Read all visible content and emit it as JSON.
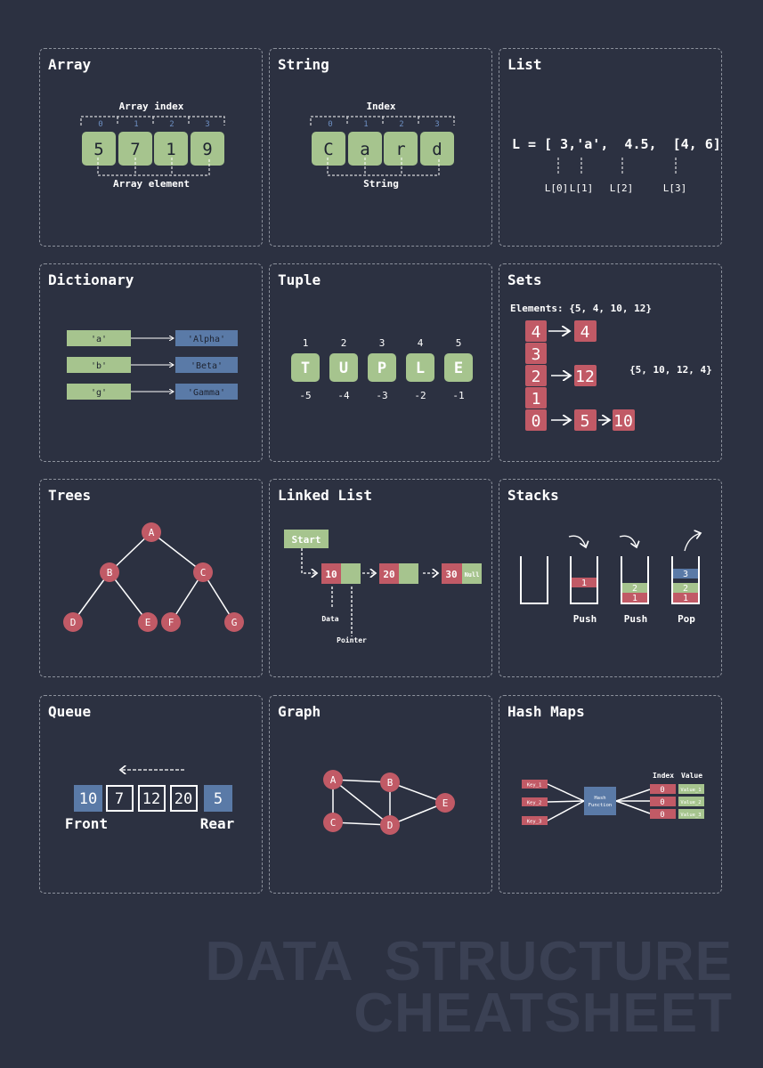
{
  "colors": {
    "background": "#2c3141",
    "green": "#a6c48e",
    "red": "#c15a66",
    "blue": "#5a7aa7",
    "text": "#ffffff"
  },
  "array": {
    "title": "Array",
    "index_label": "Array index",
    "indices": [
      "0",
      "1",
      "2",
      "3"
    ],
    "elements": [
      "5",
      "7",
      "1",
      "9"
    ],
    "element_label": "Array element"
  },
  "string": {
    "title": "String",
    "index_label": "Index",
    "indices": [
      "0",
      "1",
      "2",
      "3"
    ],
    "chars": [
      "C",
      "a",
      "r",
      "d"
    ],
    "string_label": "String"
  },
  "list": {
    "title": "List",
    "expression": "L = [ 3,'a',  4.5,  [4, 6] ]",
    "labels": [
      "L[0]",
      "L[1]",
      "L[2]",
      "L[3]"
    ]
  },
  "dictionary": {
    "title": "Dictionary",
    "pairs": [
      {
        "key": "'a'",
        "value": "'Alpha'"
      },
      {
        "key": "'b'",
        "value": "'Beta'"
      },
      {
        "key": "'g'",
        "value": "'Gamma'"
      }
    ]
  },
  "tuple": {
    "title": "Tuple",
    "positive_indices": [
      "1",
      "2",
      "3",
      "4",
      "5"
    ],
    "items": [
      "T",
      "U",
      "P",
      "L",
      "E"
    ],
    "negative_indices": [
      "-5",
      "-4",
      "-3",
      "-2",
      "-1"
    ]
  },
  "sets": {
    "title": "Sets",
    "elements_label": "Elements: {5, 4, 10, 12}",
    "buckets": [
      "4",
      "3",
      "2",
      "1",
      "0"
    ],
    "chain_4": [
      "4"
    ],
    "chain_2": [
      "12"
    ],
    "chain_0": [
      "5",
      "10"
    ],
    "result": "{5, 10, 12, 4}"
  },
  "trees": {
    "title": "Trees",
    "nodes": [
      "A",
      "B",
      "C",
      "D",
      "E",
      "F",
      "G"
    ]
  },
  "linked_list": {
    "title": "Linked List",
    "start": "Start",
    "nodes": [
      "10",
      "20",
      "30"
    ],
    "null_label": "Null",
    "data_label": "Data",
    "pointer_label": "Pointer"
  },
  "stacks": {
    "title": "Stacks",
    "operations": [
      "Push",
      "Push",
      "Pop"
    ],
    "values": [
      "1",
      "2",
      "3"
    ]
  },
  "queue": {
    "title": "Queue",
    "items": [
      "10",
      "7",
      "12",
      "20",
      "5"
    ],
    "front_label": "Front",
    "rear_label": "Rear"
  },
  "graph": {
    "title": "Graph",
    "nodes": [
      "A",
      "B",
      "C",
      "D",
      "E"
    ]
  },
  "hash_maps": {
    "title": "Hash Maps",
    "keys": [
      "Key_1",
      "Key_2",
      "Key_3"
    ],
    "hash_function": [
      "Hash",
      "Function"
    ],
    "index_header": "Index",
    "value_header": "Value",
    "indices": [
      "0",
      "0",
      "0"
    ],
    "values": [
      "Value_1",
      "Value_2",
      "Value_3"
    ]
  },
  "footer": {
    "line1": "DATA  STRUCTURE",
    "line2": "CHEATSHEET"
  }
}
